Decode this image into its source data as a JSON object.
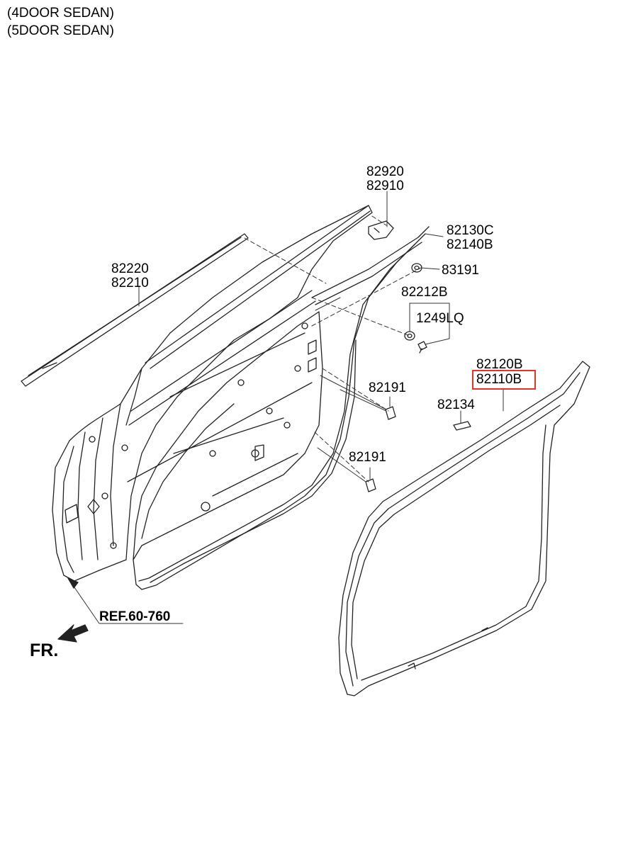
{
  "variants": [
    "(4DOOR SEDAN)",
    "(5DOOR SEDAN)"
  ],
  "labels": {
    "p82920": "82920",
    "p82910": "82910",
    "p82220": "82220",
    "p82210": "82210",
    "p82130C": "82130C",
    "p82140B": "82140B",
    "p83191": "83191",
    "p82212B": "82212B",
    "p1249LQ": "1249LQ",
    "p82191a": "82191",
    "p82191b": "82191",
    "p82120B": "82120B",
    "p82110B": "82110B",
    "p82134": "82134"
  },
  "reference": "REF.60-760",
  "direction": "FR.",
  "highlight": {
    "part": "82110B",
    "color": "#e8322a"
  }
}
